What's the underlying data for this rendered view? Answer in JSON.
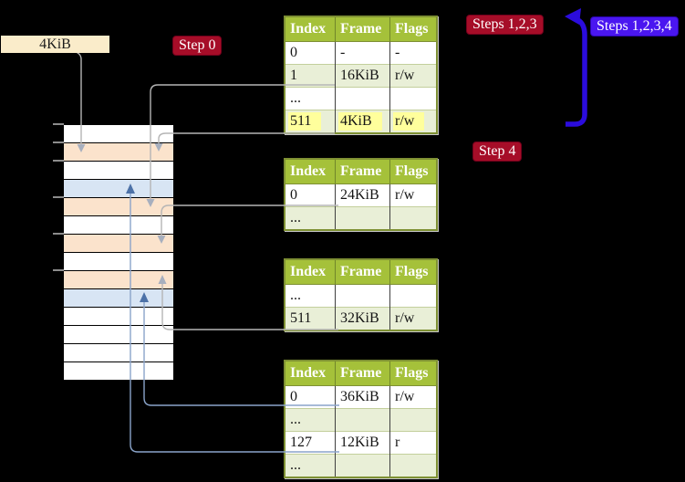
{
  "memory_box_label": "4KiB",
  "badges": {
    "step0": "Step 0",
    "steps123": "Steps 1,2,3",
    "steps1234": "Steps 1,2,3,4",
    "step4": "Step 4"
  },
  "tables": [
    {
      "headers": [
        "Index",
        "Frame",
        "Flags"
      ],
      "rows": [
        {
          "cells": [
            "0",
            "-",
            "-"
          ],
          "shade": false,
          "highlight": false
        },
        {
          "cells": [
            "1",
            "16KiB",
            "r/w"
          ],
          "shade": true,
          "highlight": false
        },
        {
          "cells": [
            "...",
            "",
            ""
          ],
          "shade": false,
          "highlight": false
        },
        {
          "cells": [
            "511",
            "4KiB",
            "r/w"
          ],
          "shade": true,
          "highlight": true
        }
      ]
    },
    {
      "headers": [
        "Index",
        "Frame",
        "Flags"
      ],
      "rows": [
        {
          "cells": [
            "0",
            "24KiB",
            "r/w"
          ],
          "shade": false,
          "highlight": false
        },
        {
          "cells": [
            "...",
            "",
            ""
          ],
          "shade": true,
          "highlight": false
        }
      ]
    },
    {
      "headers": [
        "Index",
        "Frame",
        "Flags"
      ],
      "rows": [
        {
          "cells": [
            "...",
            "",
            ""
          ],
          "shade": false,
          "highlight": false
        },
        {
          "cells": [
            "511",
            "32KiB",
            "r/w"
          ],
          "shade": true,
          "highlight": false
        }
      ]
    },
    {
      "headers": [
        "Index",
        "Frame",
        "Flags"
      ],
      "rows": [
        {
          "cells": [
            "0",
            "36KiB",
            "r/w"
          ],
          "shade": false,
          "highlight": false
        },
        {
          "cells": [
            "...",
            "",
            ""
          ],
          "shade": true,
          "highlight": false
        },
        {
          "cells": [
            "127",
            "12KiB",
            "r"
          ],
          "shade": false,
          "highlight": false
        },
        {
          "cells": [
            "...",
            "",
            ""
          ],
          "shade": true,
          "highlight": false
        }
      ]
    }
  ],
  "memory": {
    "rows": [
      "white",
      "orange",
      "white",
      "blue",
      "orange",
      "white",
      "orange",
      "white",
      "orange",
      "blue",
      "white",
      "white",
      "white",
      "white"
    ]
  },
  "colors": {
    "background": "#000000",
    "table_header_green": "#a5c13a",
    "table_row_green": "#e9efd7",
    "table_border_olive": "#7e9033",
    "highlight_yellow": "#ffff9c",
    "badge_red": "#a60d28",
    "badge_blue_violet": "#4a16f0",
    "big_arrow_blue": "#2b0cdd",
    "memory_frame_orange": "#fbe3cc",
    "memory_page_blue": "#d8e5f4",
    "memory_label_wheat": "#faecca",
    "connector_gray": "#b5b5b5",
    "connector_steel_blue": "#8aa4ca"
  }
}
